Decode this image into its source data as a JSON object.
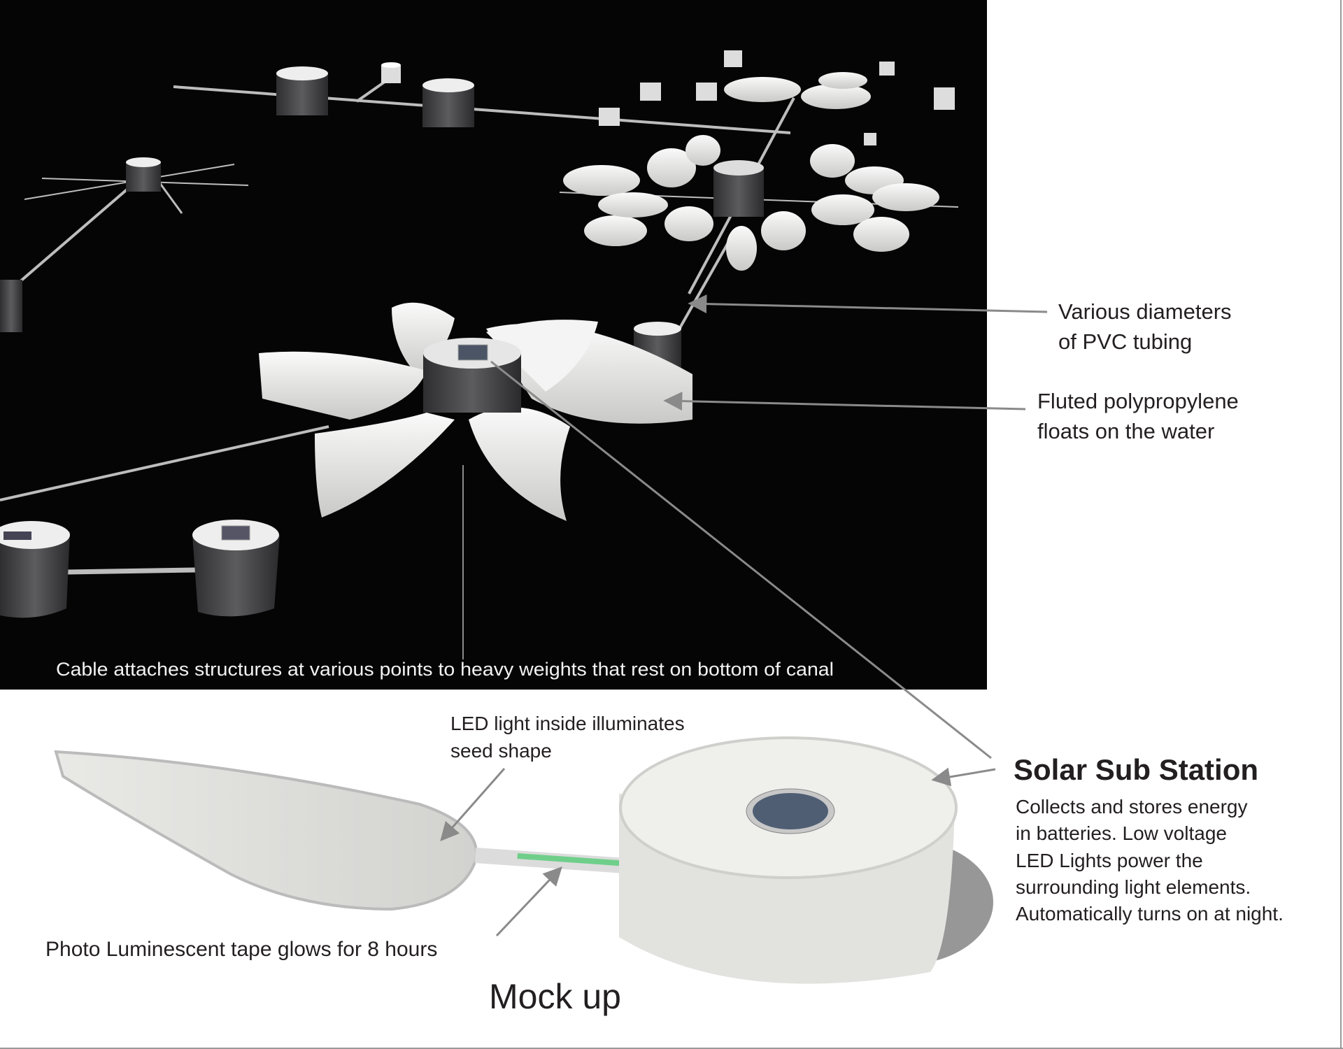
{
  "render": {
    "caption": "Cable attaches  structures at various points to heavy weights that rest on bottom of canal"
  },
  "callouts": {
    "pvc": [
      "Various diameters",
      "of PVC tubing"
    ],
    "floats": [
      "Fluted polypropylene",
      "floats on the water"
    ],
    "led": [
      "LED light inside illuminates",
      "seed shape"
    ],
    "tape": "Photo Luminescent tape glows for 8 hours",
    "mockup": "Mock up"
  },
  "solar": {
    "title": "Solar Sub Station",
    "body": [
      "Collects and stores energy",
      "in batteries. Low voltage",
      "LED Lights power the",
      "surrounding light elements.",
      "Automatically turns on at night."
    ]
  },
  "colors": {
    "background": "#050505",
    "float": "#e8e8e6",
    "cylinder": "#4a4a4c",
    "tape": "#6fcf8a",
    "leader": "#8a8a8a"
  }
}
